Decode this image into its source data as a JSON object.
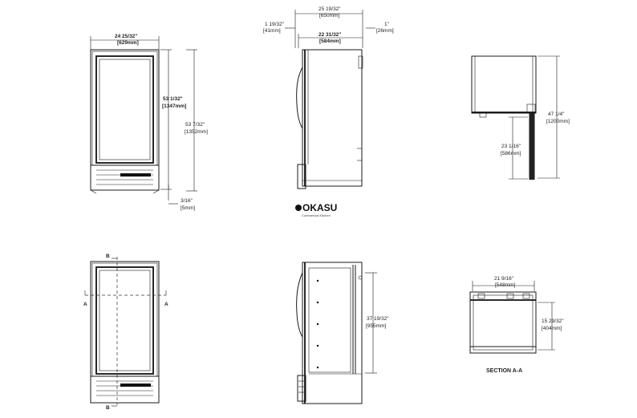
{
  "front_view": {
    "width": "24 25/32\"",
    "width_mm": "[629mm]",
    "inner_height": "53 1/32\"",
    "inner_height_mm": "[1347mm]",
    "total_height": "53 7/32\"",
    "total_height_mm": "[1352mm]",
    "foot": "3/16\"",
    "foot_mm": "[5mm]"
  },
  "side_view": {
    "depth": "25 19/32\"",
    "depth_mm": "[650mm]",
    "body_depth": "22 31/32\"",
    "body_depth_mm": "[584mm]",
    "handle": "1 19/32\"",
    "handle_mm": "[41mm]",
    "back_gap": "1\"",
    "back_gap_mm": "[26mm]"
  },
  "top_view": {
    "height": "47 1/4\"",
    "height_mm": "[1200mm]",
    "lower": "23 1/16\"",
    "lower_mm": "[586mm]"
  },
  "section_view": {
    "height": "37 19/32\"",
    "height_mm": "[955mm]"
  },
  "section_aa": {
    "width": "21 9/16\"",
    "width_mm": "[548mm]",
    "height": "15 29/32\"",
    "height_mm": "[404mm]",
    "title": "SECTION A-A"
  },
  "cut_markers": {
    "a": "A",
    "b": "B"
  },
  "logo": {
    "text": "OKASU",
    "tagline": "Commercial Kitchen"
  }
}
